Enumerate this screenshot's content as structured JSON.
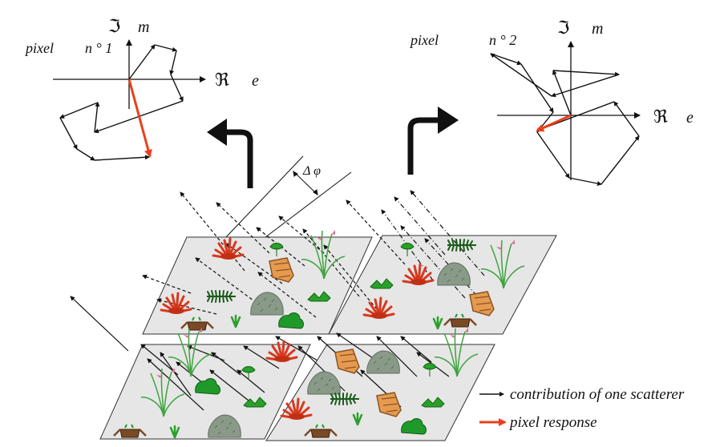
{
  "panel1": {
    "pixel_word": "pixel",
    "n_label": "n ° 1",
    "im_symbol": "ℑ",
    "im_suffix": "m",
    "re_symbol": "ℜ",
    "re_suffix": "e"
  },
  "panel2": {
    "pixel_word": "pixel",
    "n_label": "n ° 2",
    "im_symbol": "ℑ",
    "im_suffix": "m",
    "re_symbol": "ℜ",
    "re_suffix": "e"
  },
  "phase_label": "Δ φ",
  "legend": {
    "scatterer": "contribution of one scatterer",
    "response": "pixel response"
  },
  "colors": {
    "response": "#e8401c",
    "tile": "#e6e6e6",
    "bush": "#8a9a88",
    "rock": "#e69a50",
    "grass": "#2aa02a",
    "red_plant": "#d9381e"
  },
  "icons": [
    "curved-arrow-left-icon",
    "curved-arrow-right-icon",
    "red-plant-icon",
    "bush-icon",
    "rock-icon",
    "grass-icon",
    "stump-icon",
    "fern-icon",
    "reed-icon"
  ]
}
